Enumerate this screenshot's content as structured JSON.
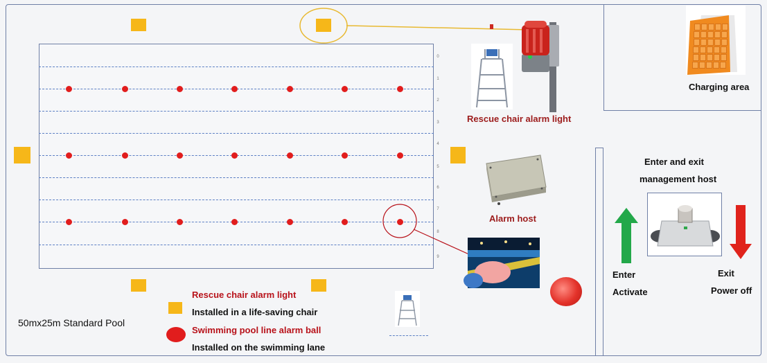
{
  "pool": {
    "label": "50mx25m Standard Pool",
    "lane_numbers": [
      "0",
      "1",
      "2",
      "3",
      "4",
      "5",
      "6",
      "7",
      "8",
      "9"
    ]
  },
  "labels": {
    "rescue_chair_alarm_light": "Rescue chair alarm light",
    "alarm_host": "Alarm host",
    "charging_area": "Charging area",
    "enter_exit_host_line1": "Enter and exit",
    "enter_exit_host_line2": "management host",
    "enter": "Enter",
    "activate": "Activate",
    "exit": "Exit",
    "power_off": "Power off"
  },
  "legend": {
    "item1_title": "Rescue chair alarm light",
    "item1_desc": "Installed in a life-saving chair",
    "item2_title": "Swimming pool line alarm ball",
    "item2_desc": "Installed on the swimming lane"
  },
  "colors": {
    "chair_square": "#f6b719",
    "alarm_ball": "#e11d1d",
    "lane_line": "#5b7fc4",
    "enter_arrow": "#23a84a",
    "exit_arrow": "#e0231c"
  },
  "icons": {
    "enter": "arrow-up-icon",
    "exit": "arrow-down-icon"
  }
}
